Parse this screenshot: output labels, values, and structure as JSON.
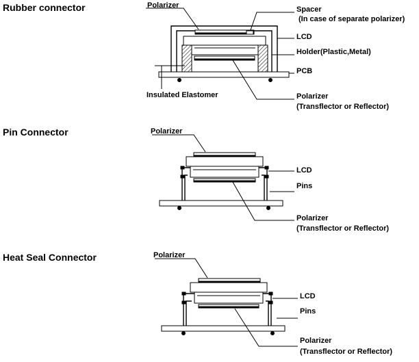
{
  "sections": {
    "rubber": {
      "title": "Rubber connector",
      "labels": {
        "polarizer_top": "Polarizer",
        "spacer": "Spacer",
        "spacer_note": "(In case of separate polarizer)",
        "lcd": "LCD",
        "holder": "Holder(Plastic,Metal)",
        "pcb": "PCB",
        "elastomer": "Insulated Elastomer",
        "polarizer_bottom": "Polarizer",
        "polarizer_bottom_note": "(Transflector or Reflector)"
      }
    },
    "pin": {
      "title": "Pin Connector",
      "labels": {
        "polarizer_top": "Polarizer",
        "lcd": "LCD",
        "pins": "Pins",
        "polarizer_bottom": "Polarizer",
        "polarizer_bottom_note": "(Transflector or Reflector)"
      }
    },
    "heatseal": {
      "title": "Heat Seal Connector",
      "labels": {
        "polarizer_top": "Polarizer",
        "lcd": "LCD",
        "pins": "Pins",
        "polarizer_bottom": "Polarizer",
        "polarizer_bottom_note": "(Transflector or Reflector)"
      }
    }
  }
}
